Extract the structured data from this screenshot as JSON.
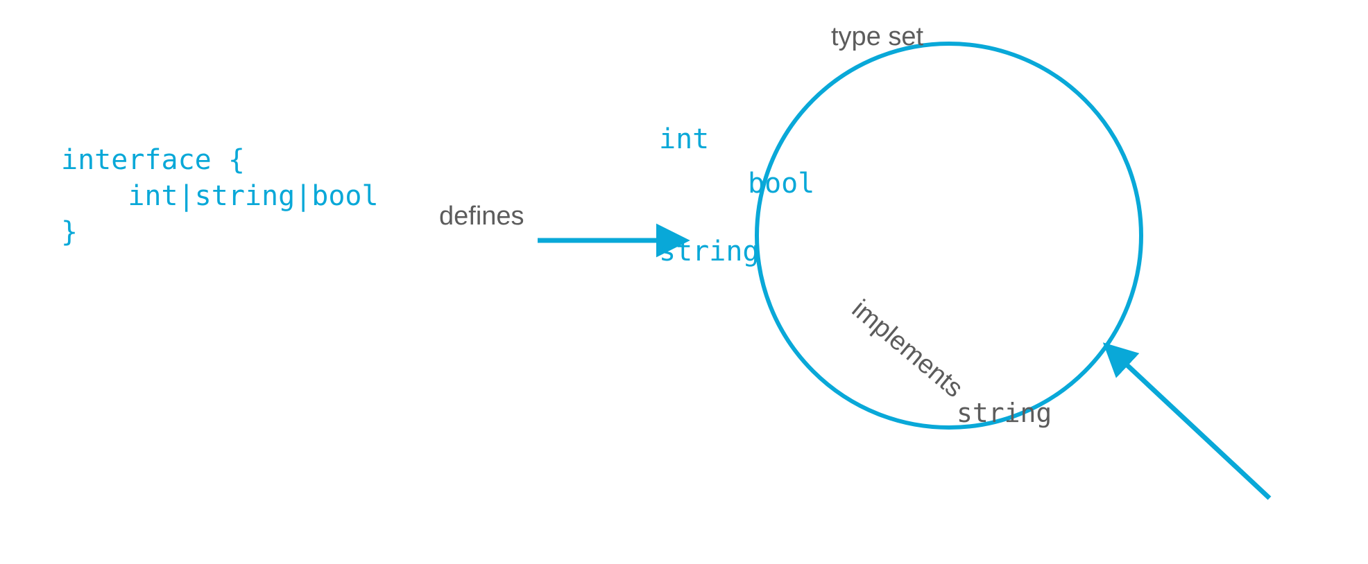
{
  "diagram": {
    "title_absent": true,
    "background_color": "#ffffff",
    "accent_color": "#09A8D8",
    "label_color": "#5C5C5C",
    "code": {
      "line1": "interface {",
      "line2": "    int|string|bool",
      "line3": "}",
      "full": "interface {\n    int|string|bool\n}"
    },
    "arrows": {
      "defines": {
        "label": "defines",
        "direction": "right",
        "color": "#09A8D8"
      },
      "implements": {
        "label": "implements",
        "direction": "up-left",
        "color": "#09A8D8"
      }
    },
    "type_set": {
      "label": "type set",
      "members": [
        "int",
        "bool",
        "string"
      ],
      "shape": "circle",
      "stroke_color": "#09A8D8"
    },
    "implementing_type": "string"
  }
}
